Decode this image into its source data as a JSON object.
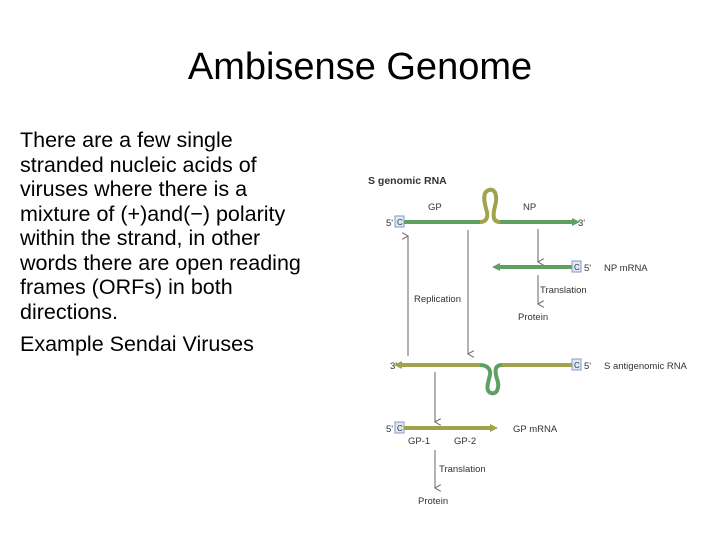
{
  "slide": {
    "title": "Ambisense Genome",
    "paragraphs": [
      "There are a few single stranded nucleic acids of viruses where there is a mixture of (+)and(−) polarity within the strand, in other words there are open reading frames (ORFs) in both directions.",
      "Example Sendai Viruses"
    ]
  },
  "diagram": {
    "s_genomic_rna": "S genomic RNA",
    "gp": "GP",
    "np": "NP",
    "five_prime": "5'",
    "three_prime": "3'",
    "cap": "C",
    "np_mrna": "NP mRNA",
    "translation": "Translation",
    "protein": "Protein",
    "replication": "Replication",
    "s_antigenomic_rna": "S antigenomic RNA",
    "gp_mrna": "GP mRNA",
    "gp1": "GP-1",
    "gp2": "GP-2",
    "colors": {
      "green": "#5fa062",
      "olive": "#a0a24c",
      "cap_blue": "#7f9bc8",
      "arrow": "#666666"
    }
  }
}
